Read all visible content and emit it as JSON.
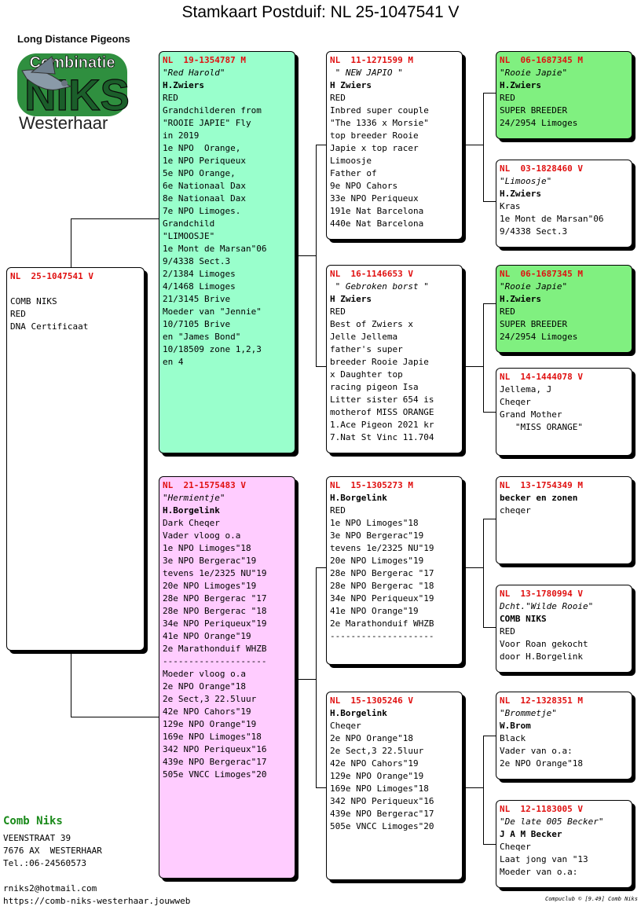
{
  "title": "Stamkaart Postduif: NL  25-1047541 V",
  "logo": {
    "top_text": "Long Distance Pigeons",
    "combinatie": "Combinatie",
    "niks": "NIKS",
    "bottom_text": "Westerhaar"
  },
  "cards": {
    "subject": {
      "ring": "NL  25-1047541 V",
      "lines": [
        "",
        "COMB NIKS",
        "RED",
        "DNA Certificaat"
      ]
    },
    "father": {
      "ring": "NL  19-1354787 M",
      "name": "\"Red Harold\"",
      "owner": "H.Zwiers",
      "lines": [
        "RED",
        "Grandchilderen from",
        "\"ROOIE JAPIE\" Fly",
        "in 2019",
        "1e NPO  Orange,",
        "1e NPO Periqueux",
        "5e NPO Orange,",
        "6e Nationaal Dax",
        "8e Nationaal Dax",
        "7e NPO Limoges.",
        "Grandchild",
        "\"LIMOOSJE\"",
        "1e Mont de Marsan\"06",
        "9/4338 Sect.3",
        "2/1384 Limoges",
        "4/1468 Limoges",
        "21/3145 Brive",
        "Moeder van \"Jennie\"",
        "10/7105 Brive",
        "en \"James Bond\"",
        "10/18509 zone 1,2,3",
        "en 4"
      ]
    },
    "mother": {
      "ring": "NL  21-1575483 V",
      "name": "\"Hermientje\"",
      "owner": "H.Borgelink",
      "lines": [
        "Dark Cheqer",
        "Vader vloog o.a",
        "1e NPO Limoges\"18",
        "3e NPO Bergerac\"19",
        "tevens 1e/2325 NU\"19",
        "20e NPO Limoges\"19",
        "28e NPO Bergerac \"17",
        "28e NPO Bergerac \"18",
        "34e NPO Periqueux\"19",
        "41e NPO Orange\"19",
        "2e Marathonduif WHZB",
        "--------------------",
        "Moeder vloog o.a",
        "2e NPO Orange\"18",
        "2e Sect,3 22.5luur",
        "42e NPO Cahors\"19",
        "129e NPO Orange\"19",
        "169e NPO Limoges\"18",
        "342 NPO Periqueux\"16",
        "439e NPO Bergerac\"17",
        "505e VNCC Limoges\"20"
      ]
    },
    "ff": {
      "ring": "NL  11-1271599 M",
      "name": " \" NEW JAPIO \"",
      "owner": "H Zwiers",
      "lines": [
        "RED",
        "Inbred super couple",
        "\"The 1336 x Morsie\"",
        "top breeder Rooie",
        "Japie x top racer",
        "Limoosje",
        "Father of",
        "9e NPO Cahors",
        "33e NPO Periqueux",
        "191e Nat Barcelona",
        "440e Nat Barcelona"
      ]
    },
    "fm": {
      "ring": "NL  16-1146653 V",
      "name": " \" Gebroken borst \"",
      "owner": "H Zwiers",
      "lines": [
        "RED",
        "Best of Zwiers x",
        "Jelle Jellema",
        "father's super",
        "breeder Rooie Japie",
        "x Daughter top",
        "racing pigeon Isa",
        "Litter sister 654 is",
        "motherof MISS ORANGE",
        "1.Ace Pigeon 2021 kr",
        "7.Nat St Vinc 11.704"
      ]
    },
    "mf": {
      "ring": "NL  15-1305273 M",
      "name": "",
      "owner": "H.Borgelink",
      "lines": [
        "RED",
        "1e NPO Limoges\"18",
        "3e NPO Bergerac\"19",
        "tevens 1e/2325 NU\"19",
        "20e NPO Limoges\"19",
        "28e NPO Bergerac \"17",
        "28e NPO Bergerac \"18",
        "34e NPO Periqueux\"19",
        "41e NPO Orange\"19",
        "2e Marathonduif WHZB",
        "--------------------"
      ]
    },
    "mm": {
      "ring": "NL  15-1305246 V",
      "name": "",
      "owner": "H.Borgelink",
      "lines": [
        "Cheqer",
        "2e NPO Orange\"18",
        "2e Sect,3 22.5luur",
        "42e NPO Cahors\"19",
        "129e NPO Orange\"19",
        "169e NPO Limoges\"18",
        "342 NPO Periqueux\"16",
        "439e NPO Bergerac\"17",
        "505e VNCC Limoges\"20"
      ]
    },
    "fff": {
      "ring": "NL  06-1687345 M",
      "name": "\"Rooie Japie\"",
      "owner": "H.Zwiers",
      "lines": [
        "RED",
        "SUPER BREEDER",
        "24/2954 Limoges"
      ]
    },
    "ffm": {
      "ring": "NL  03-1828460 V",
      "name": "\"Limoosje\"",
      "owner": "H.Zwiers",
      "lines": [
        "Kras",
        "1e Mont de Marsan\"06",
        "9/4338 Sect.3"
      ]
    },
    "fmf": {
      "ring": "NL  06-1687345 M",
      "name": "\"Rooie Japie\"",
      "owner": "H.Zwiers",
      "lines": [
        "RED",
        "SUPER BREEDER",
        "24/2954 Limoges"
      ]
    },
    "fmm": {
      "ring": "NL  14-1444078 V",
      "name": "",
      "owner": "",
      "lines": [
        "Jellema, J",
        "Cheqer",
        "Grand Mother",
        "   \"MISS ORANGE\""
      ]
    },
    "mff": {
      "ring": "NL  13-1754349 M",
      "name": "",
      "owner": "becker en zonen",
      "lines": [
        "cheqer"
      ]
    },
    "mfm": {
      "ring": "NL  13-1780994 V",
      "name": "Dcht.\"Wilde Rooie\"",
      "owner": "COMB NIKS",
      "lines": [
        "RED",
        "Voor Roan gekocht",
        "door H.Borgelink"
      ]
    },
    "mmf": {
      "ring": "NL  12-1328351 M",
      "name": "\"Brommetje\"",
      "owner": "W.Brom",
      "lines": [
        "Black",
        "Vader van o.a:",
        "2e NPO Orange\"18"
      ]
    },
    "mmm": {
      "ring": "NL  12-1183005 V",
      "name": "\"De late 005 Becker\"",
      "owner": "J A M Becker",
      "lines": [
        "Cheqer",
        "Laat jong van \"13",
        "Moeder van o.a:"
      ]
    }
  },
  "footer": {
    "name": "Comb Niks",
    "street": "VEENSTRAAT 39",
    "city": "7676 AX  WESTERHAAR",
    "phone": "Tel.:06-24560573",
    "email": "rniks2@hotmail.com",
    "web": "https://comb-niks-westerhaar.jouwweb",
    "credit": "Compuclub © [9.49]  Comb Niks"
  },
  "colors": {
    "ring_red": "#e01010",
    "father_bg": "#99ffcc",
    "mother_bg": "#ffccff",
    "champion_bg": "#80f080",
    "footer_green": "#1a8a1a"
  }
}
